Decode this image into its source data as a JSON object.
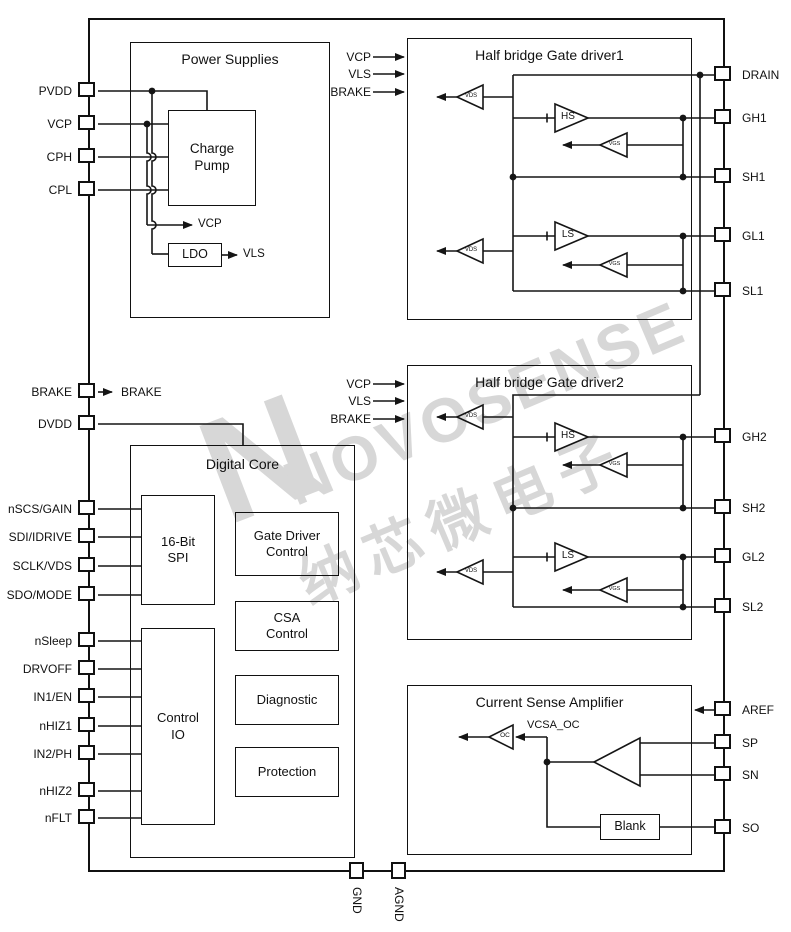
{
  "watermark": {
    "logo": "N",
    "line1": "NOVOSENSE",
    "line2": "纳芯微电子"
  },
  "pins": {
    "left": [
      "PVDD",
      "VCP",
      "CPH",
      "CPL",
      "BRAKE",
      "DVDD",
      "nSCS/GAIN",
      "SDI/IDRIVE",
      "SCLK/VDS",
      "SDO/MODE",
      "nSleep",
      "DRVOFF",
      "IN1/EN",
      "nHIZ1",
      "IN2/PH",
      "nHIZ2",
      "nFLT"
    ],
    "right": [
      "DRAIN",
      "GH1",
      "SH1",
      "GL1",
      "SL1",
      "GH2",
      "SH2",
      "GL2",
      "SL2",
      "AREF",
      "SP",
      "SN",
      "SO"
    ],
    "bottom": [
      "GND",
      "AGND"
    ]
  },
  "power_supplies": {
    "title": "Power Supplies",
    "charge_pump": "Charge Pump",
    "ldo": "LDO",
    "vcp_net": "VCP",
    "vls_net": "VLS"
  },
  "digital_core": {
    "title": "Digital Core",
    "spi": "16-Bit SPI",
    "control_io": "Control IO",
    "gate_driver_control": "Gate Driver Control",
    "csa_control": "CSA Control",
    "diagnostic": "Diagnostic",
    "protection": "Protection"
  },
  "driver1": {
    "title": "Half bridge Gate driver1",
    "inputs": [
      "VCP",
      "VLS",
      "BRAKE"
    ]
  },
  "driver2": {
    "title": "Half bridge Gate driver2",
    "inputs": [
      "VCP",
      "VLS",
      "BRAKE"
    ]
  },
  "csa": {
    "title": "Current Sense Amplifier",
    "vcsa_oc": "VCSA_OC",
    "blank": "Blank"
  },
  "symbols": {
    "vds": "VDS",
    "vgs": "VGS",
    "hs": "HS",
    "ls": "LS",
    "oc": "OC"
  },
  "nets": {
    "brake_internal": "BRAKE"
  },
  "colors": {
    "line": "#151515",
    "watermark": "#d7d7d7",
    "background": "#ffffff"
  }
}
